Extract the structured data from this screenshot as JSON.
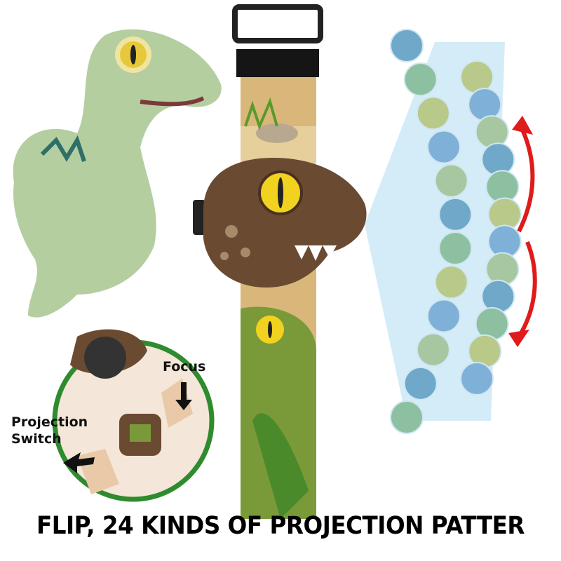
{
  "labels": {
    "focus": "Focus",
    "projection_switch_line1": "Projection",
    "projection_switch_line2": "Switch"
  },
  "caption": "FLIP, 24 KINDS OF PROJECTION PATTER",
  "projection_pattern_count": 24,
  "colors": {
    "strap": "#d9b77a",
    "dino_head": "#6b4a32",
    "eye": "#f1d21e",
    "beam": "#9fd3f0",
    "arrow": "#e01b1b",
    "inset_ring": "#2e8b2e"
  }
}
